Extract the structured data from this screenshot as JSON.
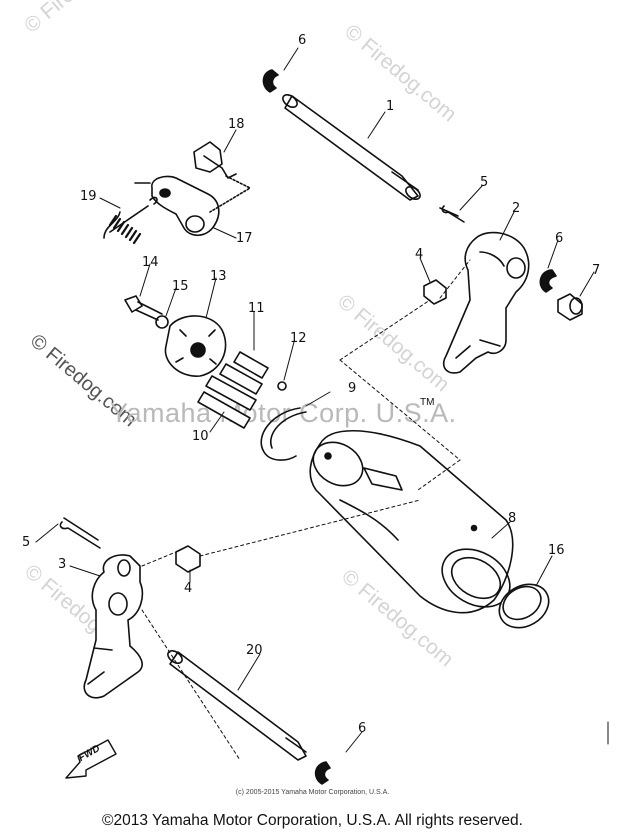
{
  "watermarks": {
    "site": "© Firedog.com",
    "yamaha": "Yamaha Motor Corp. U.S.A.",
    "tm": "TM"
  },
  "part_numbers": {
    "p1": "1",
    "p2": "2",
    "p3": "3",
    "p4a": "4",
    "p4b": "4",
    "p5a": "5",
    "p5b": "5",
    "p6a": "6",
    "p6b": "6",
    "p6c": "6",
    "p7": "7",
    "p8": "8",
    "p9": "9",
    "p10": "10",
    "p11": "11",
    "p12": "12",
    "p13": "13",
    "p14": "14",
    "p15": "15",
    "p16": "16",
    "p17": "17",
    "p18": "18",
    "p19": "19",
    "p20": "20"
  },
  "fwd_label": "FWD",
  "footer": {
    "small_copyright": "(c) 2005-2015 Yamaha Motor Corporation, U.S.A.",
    "copyright": "©2013 Yamaha Motor Corporation, U.S.A. All rights reserved."
  }
}
